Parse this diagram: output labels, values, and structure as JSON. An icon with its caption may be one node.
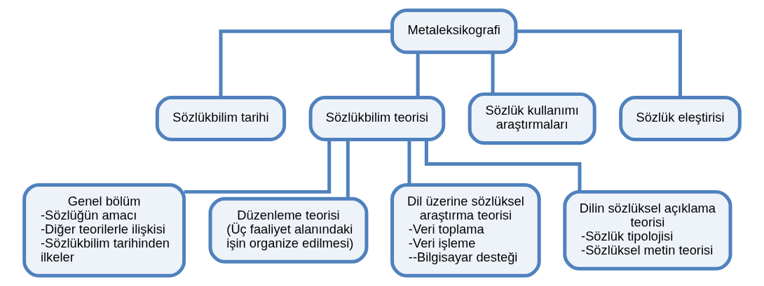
{
  "diagram": {
    "nodes": [
      {
        "text": [
          "Metaleksikografi"
        ]
      },
      {
        "text": [
          "Sözlükbilim tarihi"
        ]
      },
      {
        "text": [
          "Sözlükbilim teorisi"
        ]
      },
      {
        "text": [
          "Sözlük kullanımı araştırmaları"
        ]
      },
      {
        "text": [
          "Sözlük eleştirisi"
        ]
      },
      {
        "text": [
          "Genel bölüm",
          "-Sözlüğün amacı",
          "-Diğer teorilerle ilişkisi",
          "-Sözlükbilim tarihinden ilkeler"
        ]
      },
      {
        "text": [
          "Düzenleme teorisi",
          "(Üç faaliyet alanındaki işin organize edilmesi)"
        ]
      },
      {
        "text": [
          "Dil üzerine sözlüksel araştırma teorisi",
          "-Veri toplama",
          "-Veri işleme",
          "--Bilgisayar desteği"
        ]
      },
      {
        "text": [
          "Dilin sözlüksel açıklama teorisi",
          "-Sözlük tipolojisi",
          "-Sözlüksel metin teorisi"
        ]
      }
    ],
    "edges": [
      {
        "from": 0,
        "to": 1,
        "arrow": "none"
      },
      {
        "from": 0,
        "to": 2,
        "arrow": "none"
      },
      {
        "from": 0,
        "to": 3,
        "arrow": "none"
      },
      {
        "from": 0,
        "to": 4,
        "arrow": "none"
      },
      {
        "from": 2,
        "to": 5,
        "arrow": "none"
      },
      {
        "from": 2,
        "to": 6,
        "arrow": "none"
      },
      {
        "from": 2,
        "to": 7,
        "arrow": "none"
      },
      {
        "from": 2,
        "to": 8,
        "arrow": "none"
      }
    ]
  }
}
